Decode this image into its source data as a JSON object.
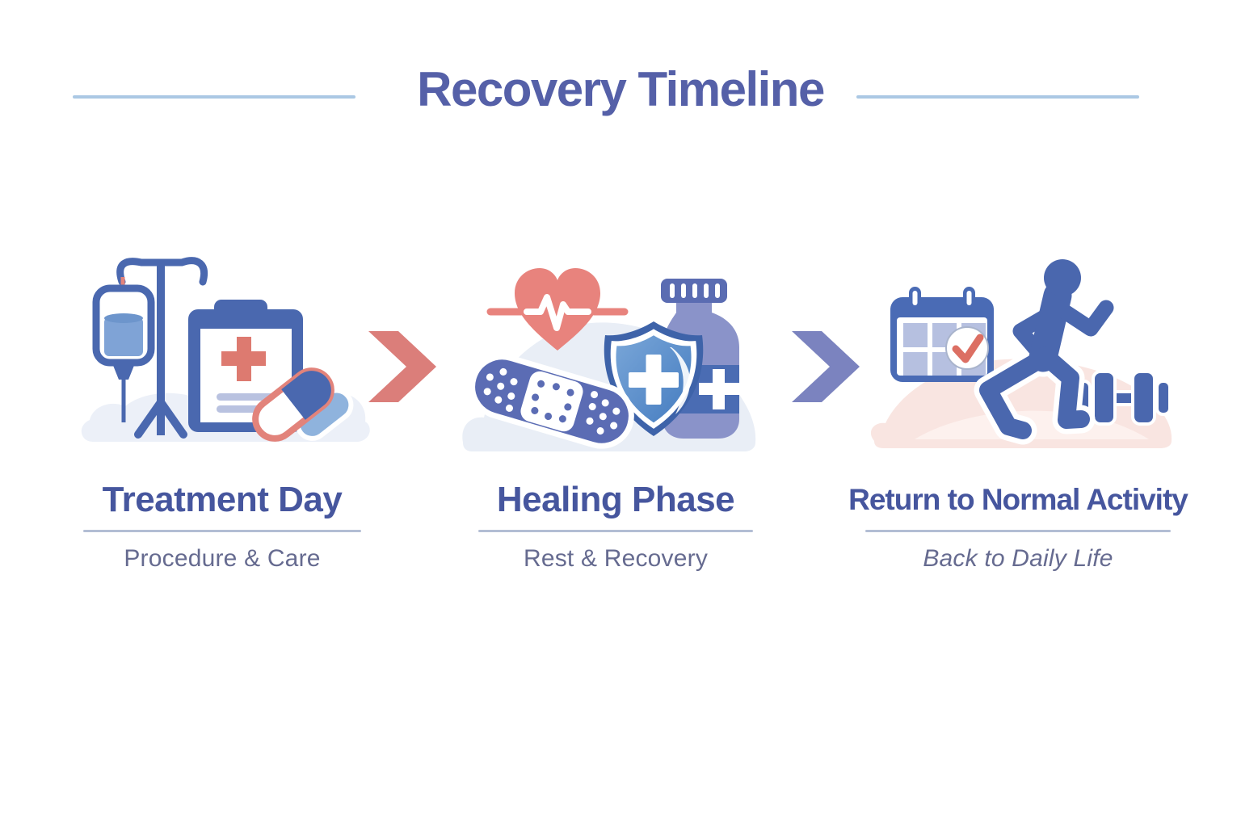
{
  "title": {
    "text": "Recovery Timeline"
  },
  "stages": [
    {
      "heading": "Treatment Day",
      "subtitle": "Procedure & Care",
      "icons": [
        "iv-drip-icon",
        "clipboard-medical-icon",
        "pills-icon"
      ]
    },
    {
      "heading": "Healing Phase",
      "subtitle": "Rest & Recovery",
      "icons": [
        "heartbeat-icon",
        "bandage-icon",
        "shield-cross-icon",
        "medicine-bottle-icon"
      ]
    },
    {
      "heading": "Return to Normal Activity",
      "subtitle": "Back to Daily Life",
      "icons": [
        "calendar-check-icon",
        "running-person-icon",
        "dumbbell-icon"
      ]
    }
  ],
  "arrows": [
    {
      "name": "arrow-treatment-to-healing",
      "color": "#db7e7a"
    },
    {
      "name": "arrow-healing-to-activity",
      "color": "#7b83bf"
    }
  ],
  "colors": {
    "title_text": "#5560a8",
    "heading_text": "#46569e",
    "subtitle_text": "#666b90",
    "divider": "#b3bed4",
    "title_line": "#abc8e4",
    "arrow_red": "#db7e7a",
    "arrow_purple": "#7b83bf",
    "icon_blue": "#4a68af",
    "icon_light_blue": "#7fa3d6",
    "coral": "#e8837d",
    "red_cross": "#dd7a70",
    "bandage_purple": "#5b6cb4",
    "bottle_body": "#8a93c9",
    "bottle_label": "#4a6cb3",
    "calendar_grid": "#b6c0e0",
    "cloud_blue": "#ecf0f8",
    "cloud_pink": "#f9e5e1"
  }
}
